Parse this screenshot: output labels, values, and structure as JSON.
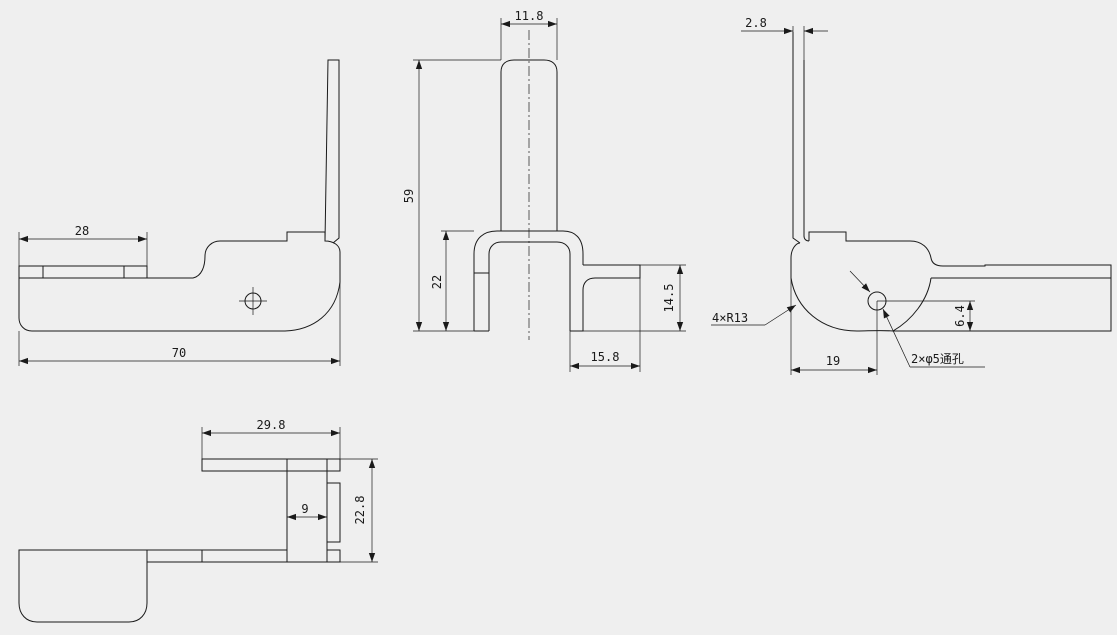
{
  "colors": {
    "background": "#efefef",
    "line": "#1a1a1a"
  },
  "dimensions": {
    "front_width_28": "28",
    "front_length_70": "70",
    "mid_width_11_8": "11.8",
    "mid_height_59": "59",
    "mid_height_22": "22",
    "mid_height_14_5": "14.5",
    "mid_width_15_8": "15.8",
    "side_thickness_2_8": "2.8",
    "side_radius_note": "4×R13",
    "side_offset_19": "19",
    "side_height_6_4": "6.4",
    "side_hole_note": "2×φ5通孔",
    "top_length_29_8": "29.8",
    "top_gap_9": "9",
    "top_height_22_8": "22.8"
  }
}
